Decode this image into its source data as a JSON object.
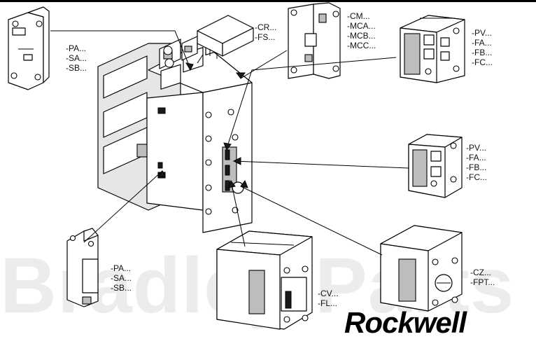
{
  "watermark": {
    "text": "Bradley Parts"
  },
  "brand": {
    "logo_text": "Rockwell"
  },
  "callouts": [
    {
      "id": "top-left",
      "lines": [
        "-PA...",
        "-SA...",
        "-SB..."
      ]
    },
    {
      "id": "top-center",
      "lines": [
        "-CR...",
        "-FS..."
      ]
    },
    {
      "id": "top-mid",
      "lines": [
        "-CM...",
        "-MCA...",
        "-MCB...",
        "-MCC..."
      ]
    },
    {
      "id": "top-right",
      "lines": [
        "-PV...",
        "-FA...",
        "-FB...",
        "-FC..."
      ]
    },
    {
      "id": "mid-right",
      "lines": [
        "-PV...",
        "-FA...",
        "-FB...",
        "-FC..."
      ]
    },
    {
      "id": "bottom-left",
      "lines": [
        "-PA...",
        "-SA...",
        "-SB..."
      ]
    },
    {
      "id": "bottom-center",
      "lines": [
        "-CV...",
        "-FL..."
      ]
    },
    {
      "id": "bottom-right",
      "lines": [
        "-CZ...",
        "-FPT..."
      ]
    }
  ],
  "colors": {
    "line": "#000000",
    "background": "#ffffff",
    "watermark": "#ececec"
  }
}
